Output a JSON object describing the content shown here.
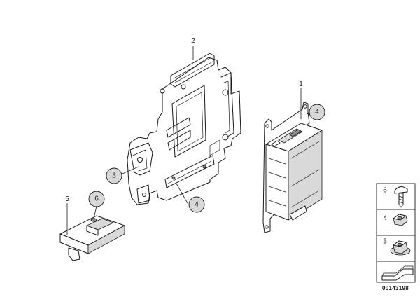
{
  "parts": [
    {
      "num": "1",
      "part": "control-unit"
    },
    {
      "num": "2",
      "part": "bracket"
    },
    {
      "num": "5",
      "part": "antenna-module"
    }
  ],
  "callouts": [
    {
      "num": "4",
      "part": "control-unit-nut"
    },
    {
      "num": "3",
      "part": "bracket-nut"
    },
    {
      "num": "4",
      "part": "bracket-lower-nut"
    },
    {
      "num": "6",
      "part": "module-screw"
    }
  ],
  "legend": [
    {
      "num": "6",
      "icon": "screw-icon"
    },
    {
      "num": "4",
      "icon": "nut-icon"
    },
    {
      "num": "3",
      "icon": "flange-nut-icon"
    },
    {
      "num": "",
      "icon": "sheet-metal-icon"
    }
  ],
  "diagram_code": "00143198",
  "colors": {
    "line": "#1a1a1a",
    "callout_fill": "#d8d8d8",
    "shade": "#d9d9d9"
  }
}
